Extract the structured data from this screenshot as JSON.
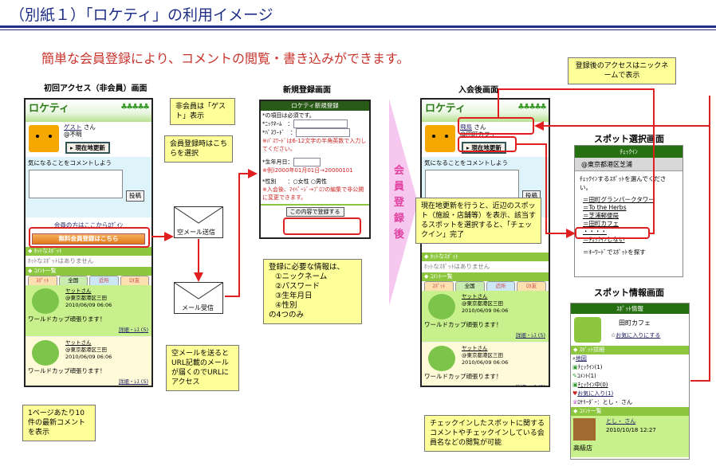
{
  "title": "（別紙１）「ロケティ」の利用イメージ",
  "subtitle": "簡単な会員登録により、コメントの閲覧・書き込みができます。",
  "labels": {
    "first_access": "初回アクセス（非会員）画面",
    "register": "新規登録画面",
    "after_join": "入会後画面",
    "spot_select": "スポット選択画面",
    "spot_info": "スポット情報画面",
    "arrow_text": "会員登録後",
    "send_mail": "空メール送信",
    "receive_mail": "メール受信"
  },
  "callouts": {
    "guest": "非会員は「ゲスト」表示",
    "select_here": "会員登録時はこちらを選択",
    "empty_mail": "空メールを送るとURL記載のメールが届くのでURLにアクセス",
    "per_page": "1ページあたり10件の最新コメントを表示",
    "reg_info": [
      "登録に必要な情報は、",
      "①ニックネーム",
      "②パスワード",
      "③生年月日",
      "④性別",
      "の4つのみ"
    ],
    "nickname": "登録後のアクセスはニックネームで表示",
    "checkin": "現在地更新を行うと、近辺のスポット（施設・店舗等）を表示、該当するスポットを選択すると、「チェックイン」完了",
    "spot_comments": "チェックインしたスポットに関するコメントやチェックインしている会員名などの閲覧が可能"
  },
  "app": {
    "logo": "ロケティ",
    "update_btn": "▸ 現在地更新",
    "comment_prompt": "気になることをコメントしよう",
    "post_btn": "投稿",
    "login_link": "会員の方はここからﾛｸﾞｲﾝ",
    "register_btn": "無料会員登録はこちら",
    "hot_spots": "◆ ﾎｯﾄなｽﾎﾟｯﾄ",
    "no_hot": "ﾎｯﾄなｽﾎﾟｯﾄはありません",
    "comment_list": "◆ ｺﾒﾝﾄ一覧",
    "tabs": [
      "ｽﾎﾟｯﾄ",
      "全国",
      "近所",
      "ﾛﾀ友"
    ],
    "entries": [
      {
        "user": "ヤットさん",
        "loc": "@東京都港区三田",
        "time": "2010/06/09 06:06",
        "msg": "ワールドカップ頑張ります！",
        "detail": "詳細・ﾚｽ (5)"
      },
      {
        "user": "ヤットさん",
        "loc": "@東京都港区三田",
        "time": "2010/06/09 06:06",
        "msg": "ワールドカップ頑張ります！",
        "detail": "詳細・ﾚｽ (5)"
      }
    ]
  },
  "guest": {
    "name": "ゲスト",
    "suffix": " さん",
    "loc": "@不明"
  },
  "member": {
    "name": "飛鳥",
    "suffix": " さん",
    "loc": "@田町カフェ"
  },
  "reg_form": {
    "header": "ロケティ新規登録",
    "required": "*の項目は必須です。",
    "nick_label": "*ﾆｯｸﾈｰﾑ　：",
    "pass_label": "*ﾊﾟｽﾜｰﾄﾞ　：",
    "pass_note": "※ﾊﾟｽﾜｰﾄﾞは6-12文字の半角英数で入力してください。",
    "birth_label": "*生年月日：",
    "birth_note": "※例)2000年01月01日→20000101",
    "sex_label": "*性別　　：",
    "female": "女性",
    "male": "男性",
    "sex_note": "※入会後、ﾏｲﾍﾟｰｼﾞ→ﾌﾟﾛﾌの編集で非公開に変更できます。",
    "submit": "この内容で登録する"
  },
  "spot_select": {
    "header": "ﾁｪｯｸｲﾝ",
    "loc": "@東京都港区芝浦",
    "prompt": "ﾁｪｯｸｲﾝするｽﾎﾟｯﾄを選んでください。",
    "items": [
      "＝田町グランパークタワー",
      "＝To the Herbs",
      "＝芝浦郵便局",
      "＝田町カフェ",
      "・・・・",
      "＝ﾁｪｯｸｲﾝしない"
    ],
    "keyword": "＝ｷｰﾜｰﾄﾞでｽﾎﾟｯﾄを探す"
  },
  "spot_info": {
    "header": "ｽﾎﾟｯﾄ情報",
    "name": "田町カフェ",
    "fav_link": "お気に入りにする",
    "detail_bar": "◆ ｽﾎﾟｯﾄ詳細",
    "rows": [
      "地図",
      "ﾁｪｯｸｲﾝ(1)",
      "ｺﾒﾝﾄ(1)",
      "ﾁｪｯｸｲﾝ中(0)",
      "お気に入り(1)",
      "ﾛｹﾘｰﾀﾞｰ：とし・ さん"
    ],
    "comment_bar": "◆ ｺﾒﾝﾄ一覧",
    "c_user": "とし・ さん",
    "c_time": "2010/10/18 12:27",
    "c_msg": "高級店"
  }
}
